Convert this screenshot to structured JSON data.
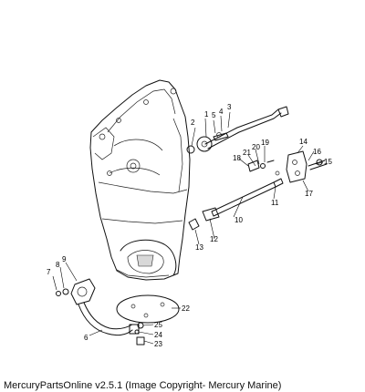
{
  "caption": "MercuryPartsOnline v2.5.1 (Image Copyright- Mercury Marine)",
  "callouts": [
    {
      "id": "1",
      "text": "1"
    },
    {
      "id": "2",
      "text": "2"
    },
    {
      "id": "3",
      "text": "3"
    },
    {
      "id": "4",
      "text": "4"
    },
    {
      "id": "5",
      "text": "5"
    },
    {
      "id": "6",
      "text": "6"
    },
    {
      "id": "7",
      "text": "7"
    },
    {
      "id": "8",
      "text": "8"
    },
    {
      "id": "9",
      "text": "9"
    },
    {
      "id": "10",
      "text": "10"
    },
    {
      "id": "11",
      "text": "11"
    },
    {
      "id": "12",
      "text": "12"
    },
    {
      "id": "13",
      "text": "13"
    },
    {
      "id": "14",
      "text": "14"
    },
    {
      "id": "15",
      "text": "15"
    },
    {
      "id": "16",
      "text": "16"
    },
    {
      "id": "17",
      "text": "17"
    },
    {
      "id": "18",
      "text": "18"
    },
    {
      "id": "19",
      "text": "19"
    },
    {
      "id": "20",
      "text": "20"
    },
    {
      "id": "21",
      "text": "21"
    },
    {
      "id": "22",
      "text": "22"
    },
    {
      "id": "23",
      "text": "23"
    },
    {
      "id": "24",
      "text": "24"
    },
    {
      "id": "25",
      "text": "25"
    }
  ]
}
